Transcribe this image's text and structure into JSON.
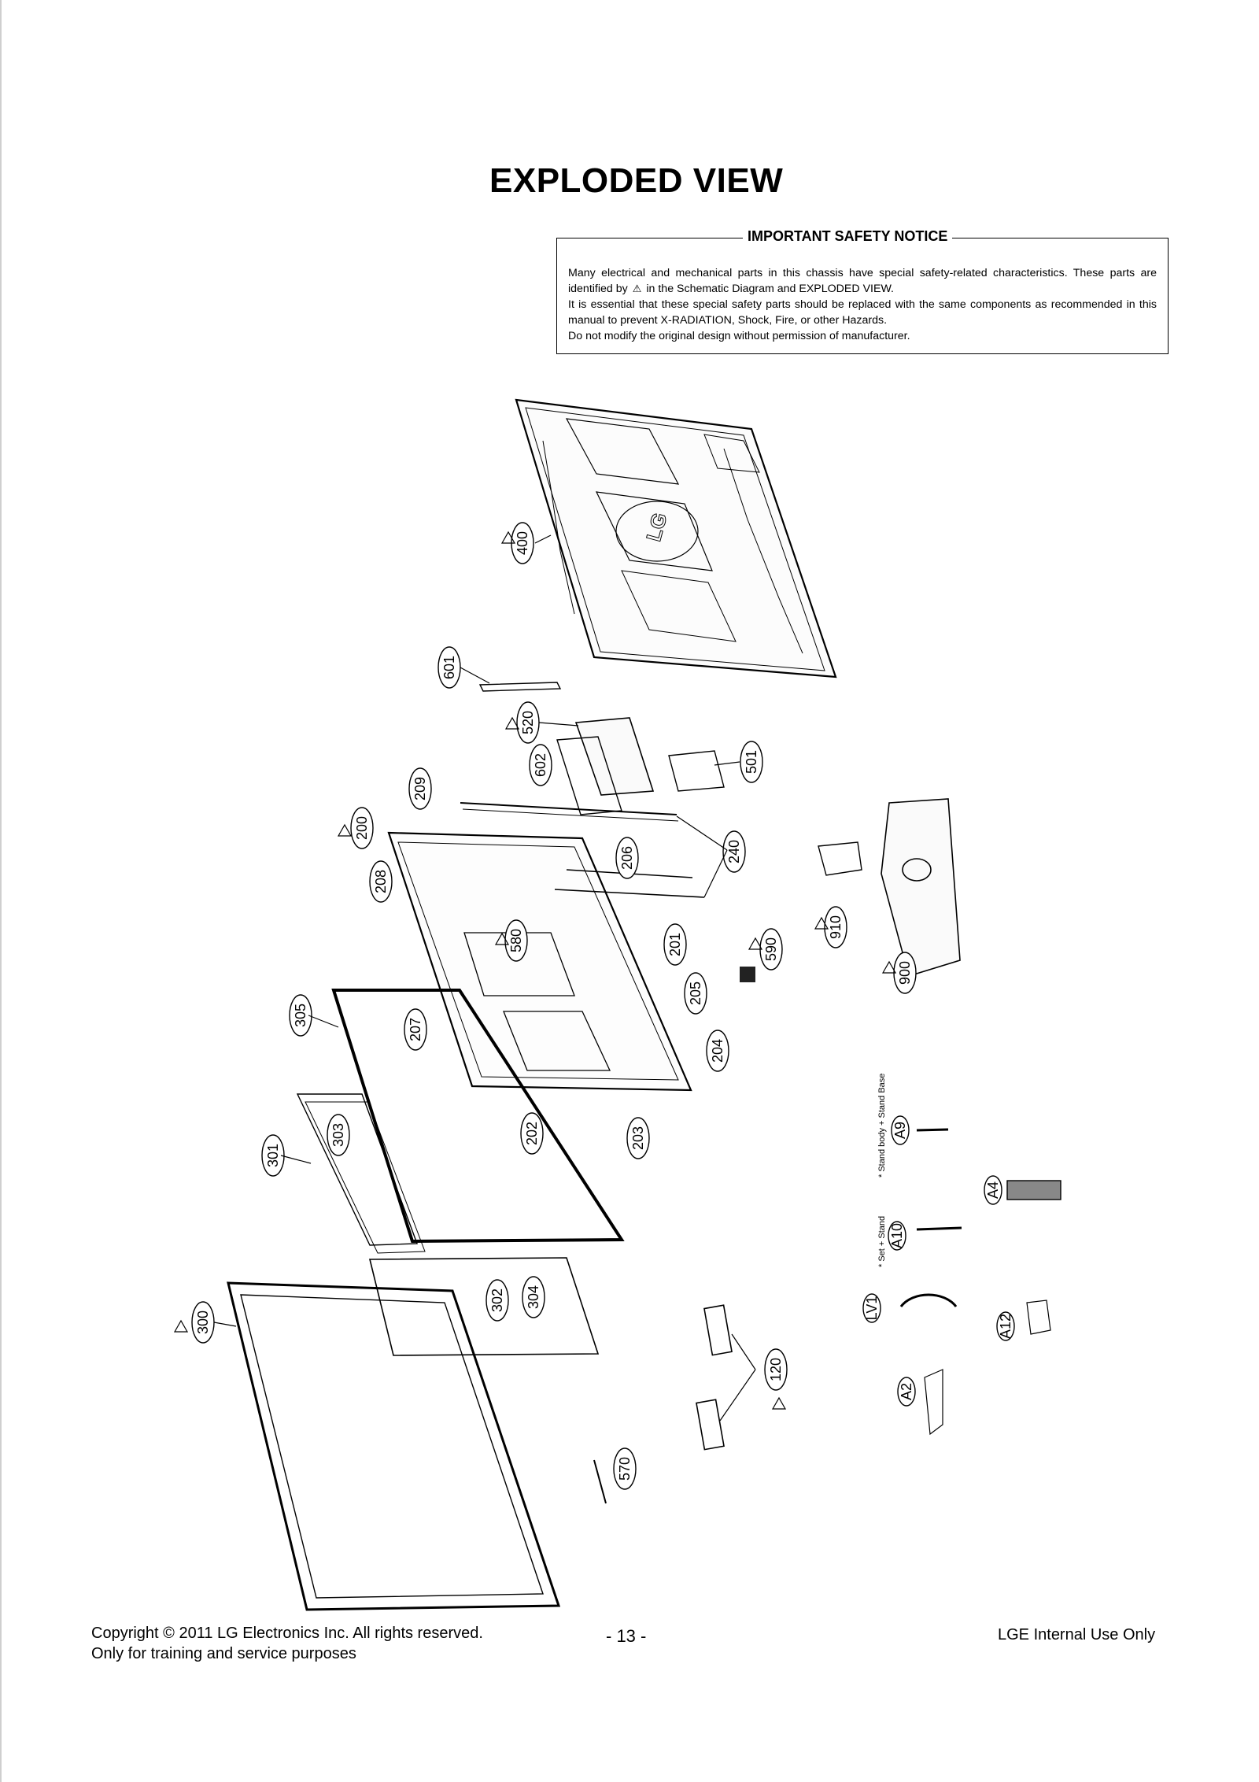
{
  "title": "EXPLODED VIEW",
  "notice": {
    "title": "IMPORTANT SAFETY NOTICE",
    "line1a": "Many electrical and mechanical parts in this chassis have special safety-related characteristics. These parts are identified by",
    "symbol": "⚠",
    "line1b": "in the Schematic Diagram and EXPLODED VIEW.",
    "line2": "It is essential that these special safety parts should be replaced with the same components as recommended in this manual to prevent X-RADIATION, Shock, Fire, or other Hazards.",
    "line3": "Do not modify the original design without permission of manufacturer."
  },
  "callouts": [
    "400",
    "601",
    "520",
    "602",
    "501",
    "209",
    "200",
    "240",
    "206",
    "208",
    "580",
    "201",
    "590",
    "910",
    "900",
    "205",
    "305",
    "207",
    "204",
    "303",
    "301",
    "202",
    "203",
    "A9",
    "A4",
    "A10",
    "302",
    "304",
    "300",
    "LV1",
    "A12",
    "120",
    "A2",
    "570"
  ],
  "notes": {
    "stand_base": "* Stand body + Stand Base",
    "set_stand": "* Set + Stand"
  },
  "logo_text": "LG",
  "footer": {
    "copyright": "Copyright © 2011 LG Electronics Inc. All rights reserved.",
    "training": "Only for training and service purposes",
    "page_number": "- 13 -",
    "internal": "LGE Internal Use Only"
  }
}
